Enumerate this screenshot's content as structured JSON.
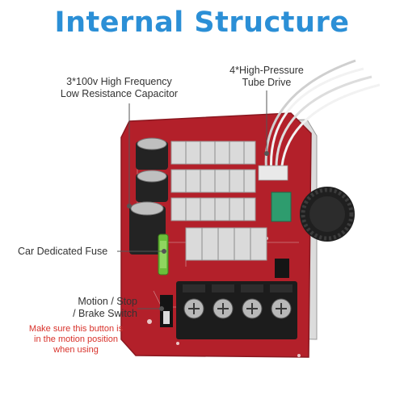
{
  "title": "Internal Structure",
  "labels": {
    "capacitor": [
      "3*100v High Frequency",
      "Low Resistance Capacitor"
    ],
    "tube_drive": [
      "4*High-Pressure",
      "Tube Drive"
    ],
    "fuse": "Car Dedicated Fuse",
    "switch": [
      "Motion / Stop",
      "/ Brake Switch"
    ],
    "warning": [
      "Make sure this button is",
      "in the motion position",
      "when using"
    ]
  },
  "colors": {
    "title": "#2b8fd6",
    "warning": "#d8322b",
    "pcb": "#b3202a",
    "heatsink": "#d9d9d9",
    "knob": "#2a2a2a",
    "terminal": "#1c1c1c",
    "fuse": "#6bbf3a",
    "leader_line": "#555555"
  },
  "icons": [
    "capacitor-icon",
    "heatsink-icon",
    "knob-icon",
    "terminal-block-icon",
    "fuse-icon",
    "switch-icon",
    "wire-icon"
  ]
}
